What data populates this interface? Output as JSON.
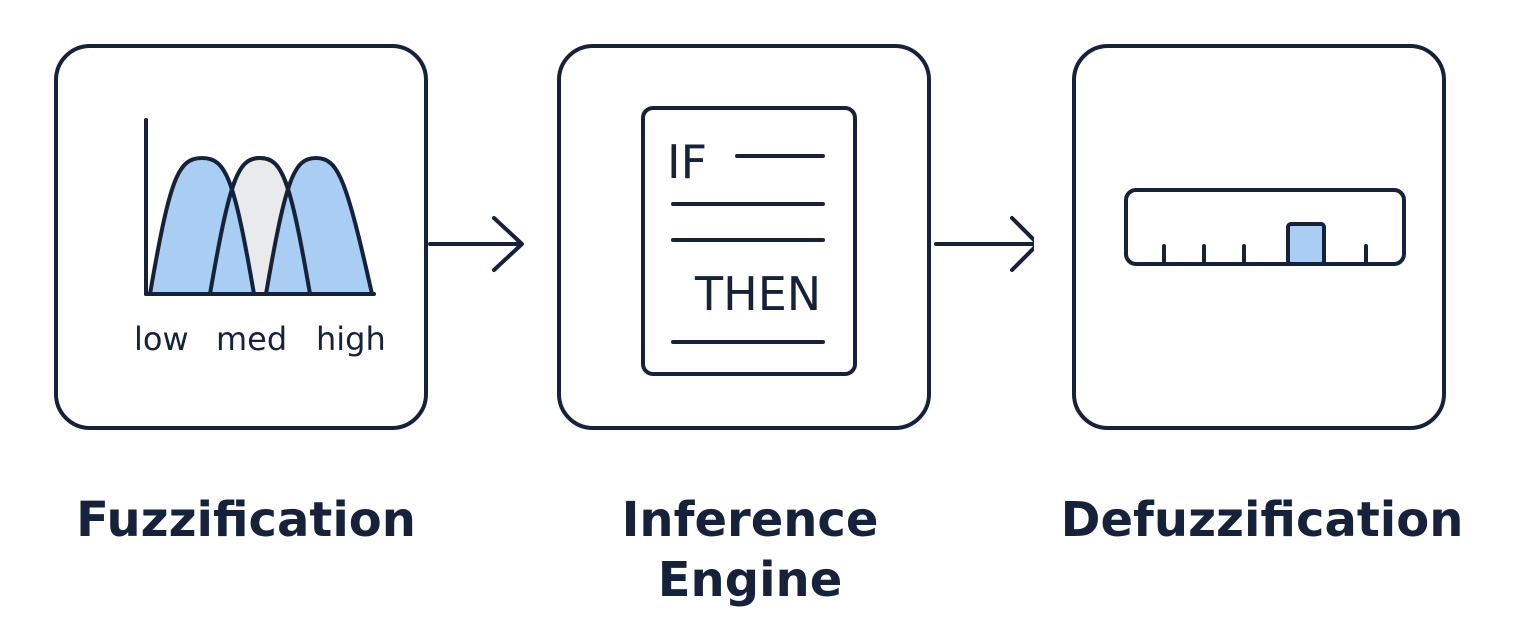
{
  "colors": {
    "stroke": "#16213a",
    "fill_blue": "#a9cdf3",
    "fill_gray": "#e8eaec",
    "background": "#ffffff"
  },
  "stages": {
    "fuzzification": {
      "title": "Fuzzification",
      "membership_labels": [
        "low",
        "med",
        "high"
      ]
    },
    "inference": {
      "title_line1": "Inference",
      "title_line2": "Engine",
      "rule_if": "IF",
      "rule_then": "THEN"
    },
    "defuzzification": {
      "title": "Defuzzification"
    }
  }
}
